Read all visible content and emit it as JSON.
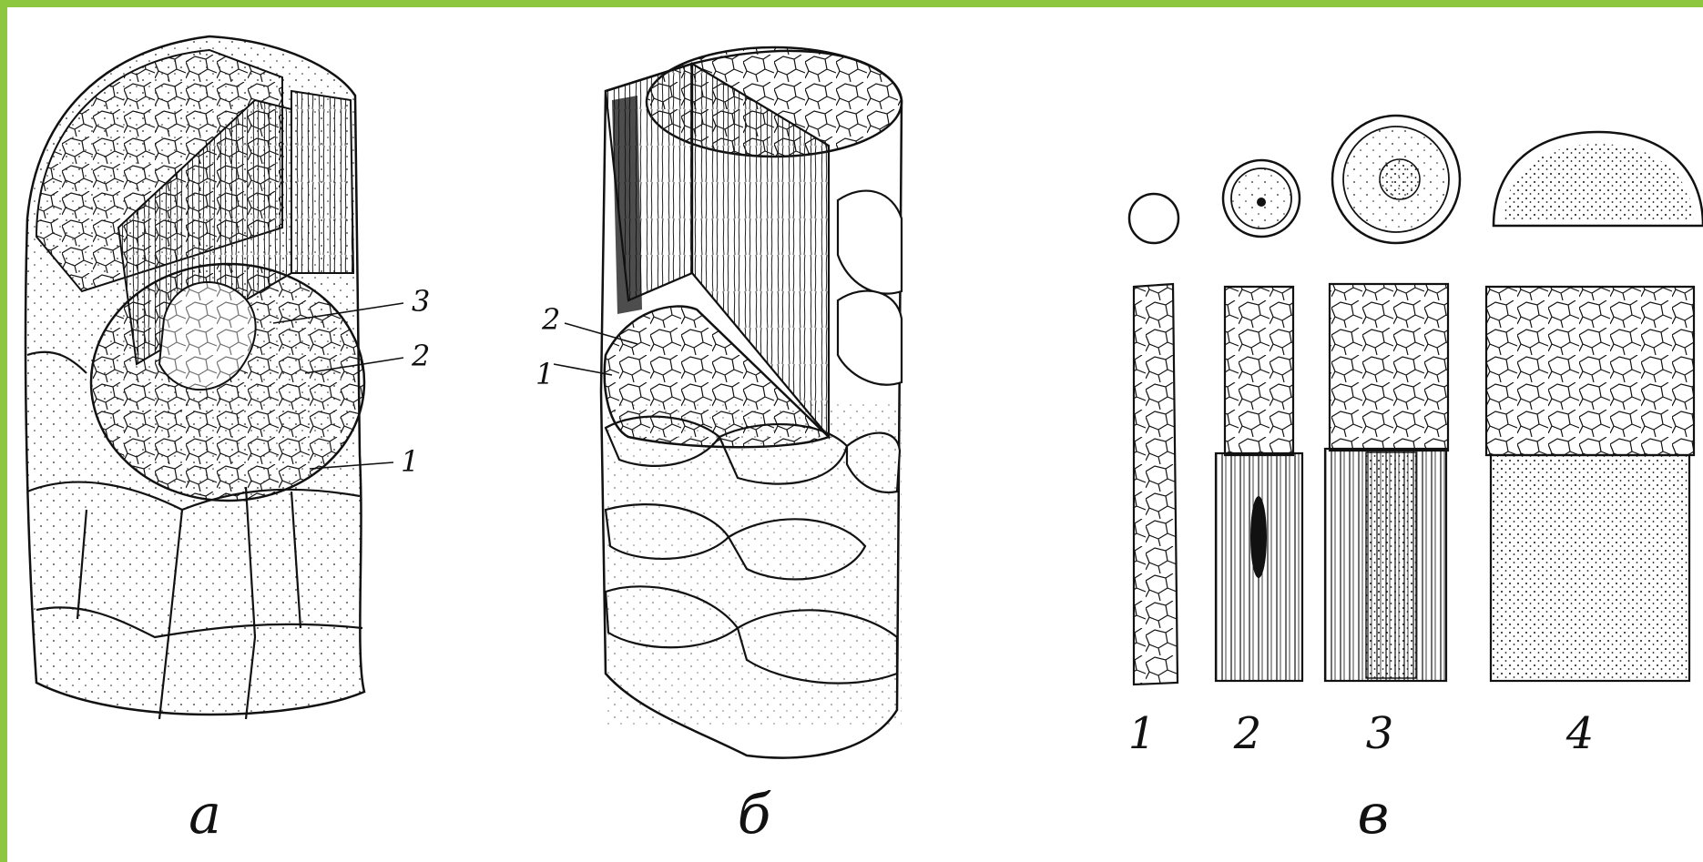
{
  "panels": [
    {
      "id": "a",
      "caption": "а",
      "labels": [
        "1",
        "2",
        "3"
      ]
    },
    {
      "id": "b",
      "caption": "б",
      "labels": [
        "1",
        "2"
      ]
    },
    {
      "id": "v",
      "caption": "в",
      "labels": [
        "1",
        "2",
        "3",
        "4"
      ]
    }
  ],
  "colors": {
    "frame": "#8dc63f",
    "ink": "#111111",
    "paper": "#ffffff"
  }
}
